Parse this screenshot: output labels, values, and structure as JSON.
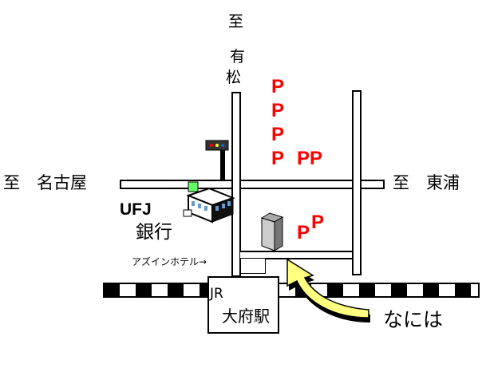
{
  "labels": {
    "to_arimatsu": [
      "至",
      "有",
      "松"
    ],
    "to_nagoya": "至　名古屋",
    "to_higashiura": "至　東浦",
    "bank_line1": "UFJ",
    "bank_line2": "銀行",
    "hotel": "アズインホテル→",
    "station_line1": "JR",
    "station_line2": "大府駅",
    "naniwa": "なには",
    "parking": "P",
    "parking_double": "PP"
  },
  "colors": {
    "parking": "#ff0000",
    "arrow": "#ffff80"
  }
}
